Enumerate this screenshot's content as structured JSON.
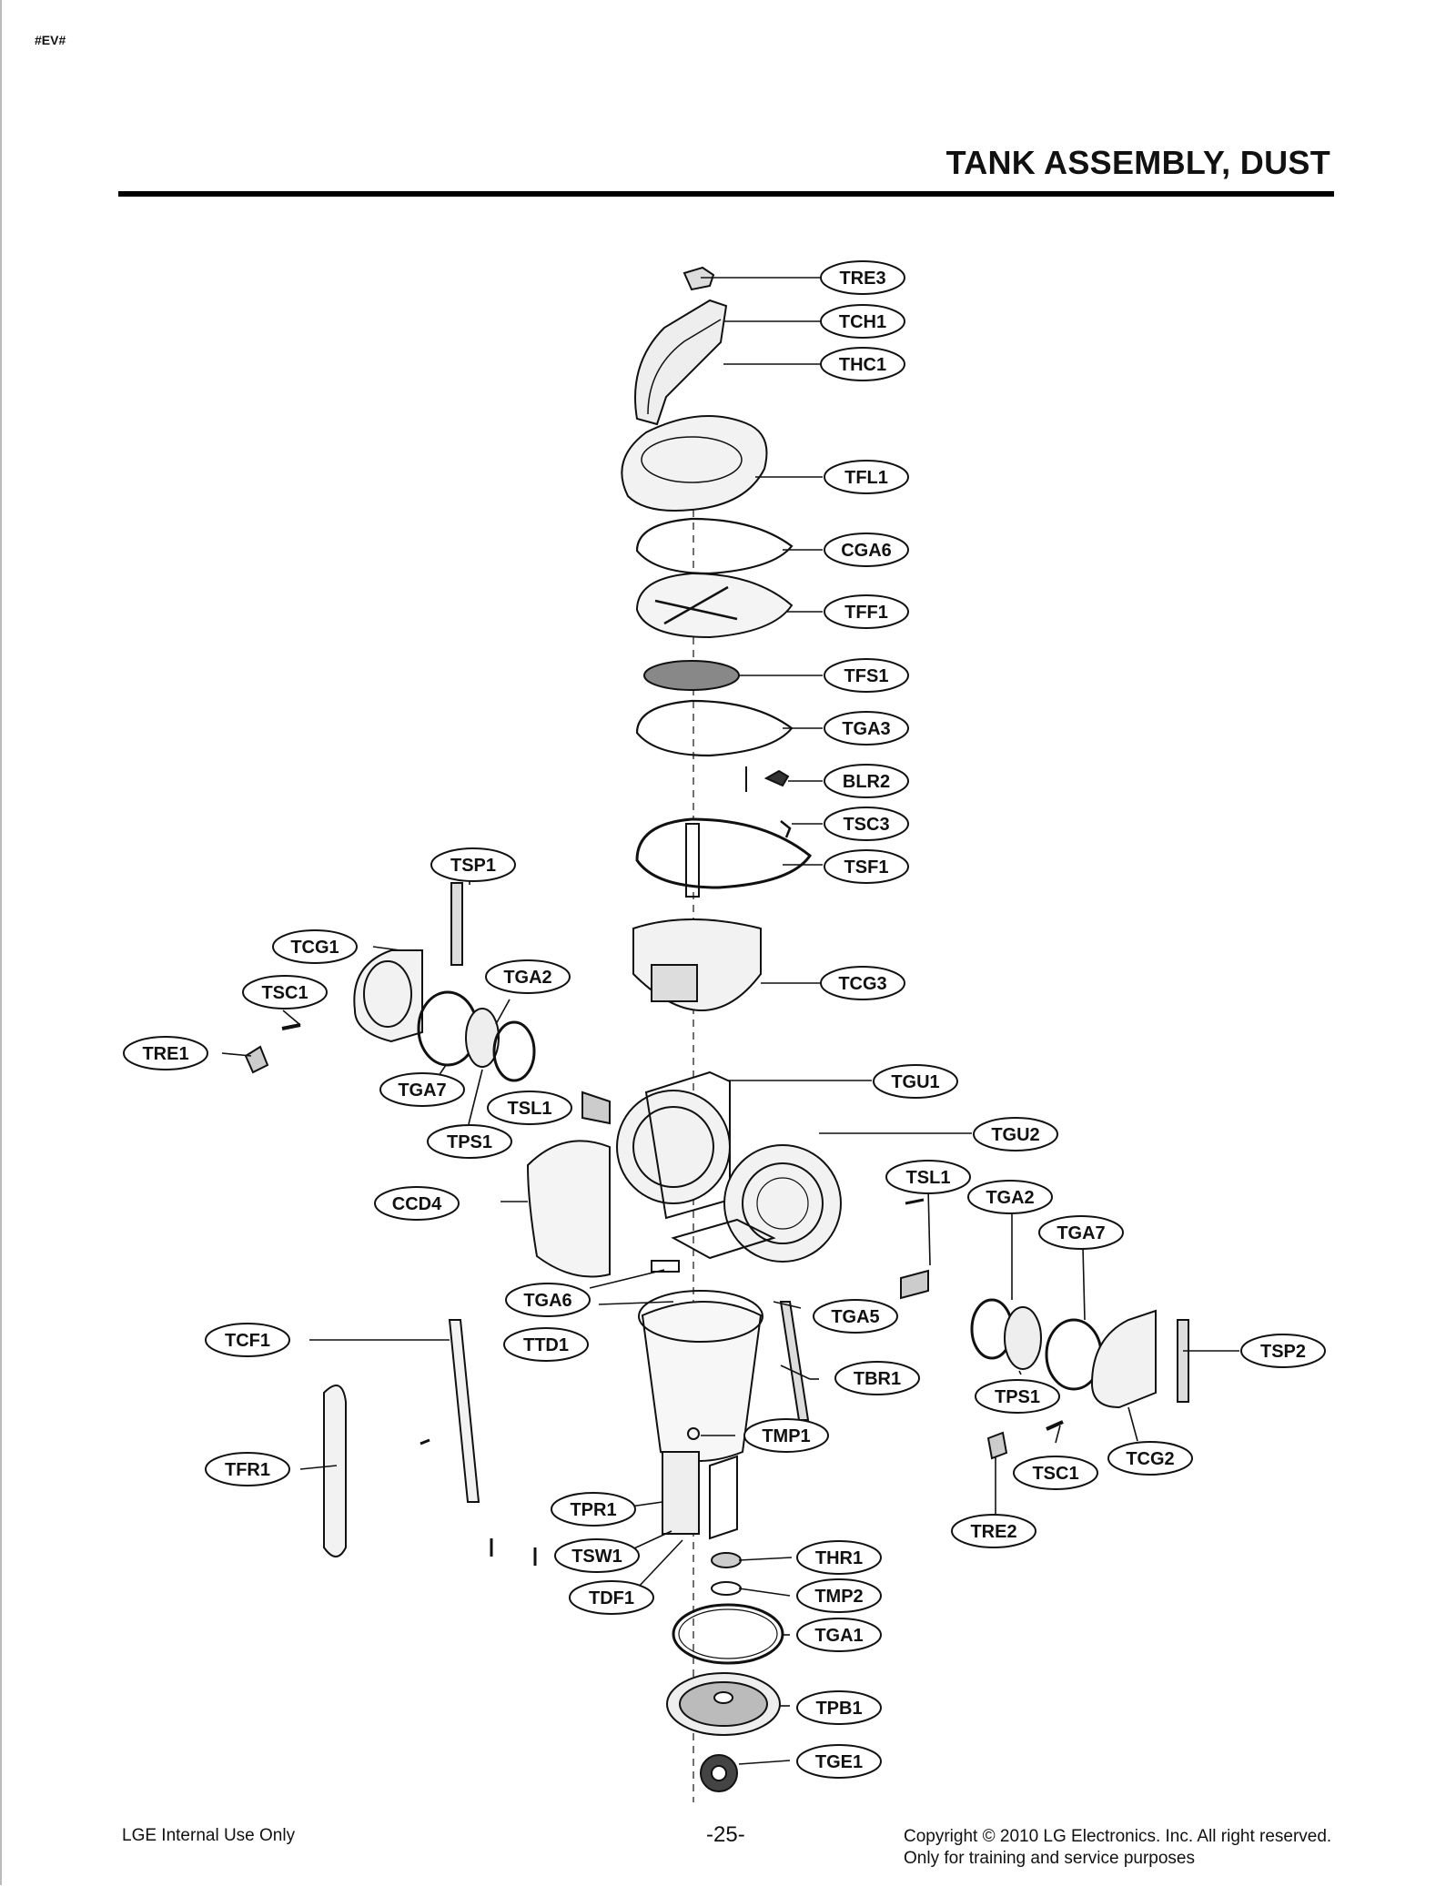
{
  "corner_tag": "#EV#",
  "title": "TANK ASSEMBLY, DUST",
  "labels": [
    {
      "id": "tre3",
      "text": "TRE3"
    },
    {
      "id": "tch1",
      "text": "TCH1"
    },
    {
      "id": "thc1",
      "text": "THC1"
    },
    {
      "id": "tfl1",
      "text": "TFL1"
    },
    {
      "id": "cga6",
      "text": "CGA6"
    },
    {
      "id": "tff1",
      "text": "TFF1"
    },
    {
      "id": "tfs1",
      "text": "TFS1"
    },
    {
      "id": "tga3",
      "text": "TGA3"
    },
    {
      "id": "blr2",
      "text": "BLR2"
    },
    {
      "id": "tsc3",
      "text": "TSC3"
    },
    {
      "id": "tsf1",
      "text": "TSF1"
    },
    {
      "id": "tsp1",
      "text": "TSP1"
    },
    {
      "id": "tcg1",
      "text": "TCG1"
    },
    {
      "id": "tga2-left",
      "text": "TGA2"
    },
    {
      "id": "tsc1-left",
      "text": "TSC1"
    },
    {
      "id": "tcg3",
      "text": "TCG3"
    },
    {
      "id": "tre1",
      "text": "TRE1"
    },
    {
      "id": "tga7-left",
      "text": "TGA7"
    },
    {
      "id": "tsl1-left",
      "text": "TSL1"
    },
    {
      "id": "tgu1",
      "text": "TGU1"
    },
    {
      "id": "tps1-left",
      "text": "TPS1"
    },
    {
      "id": "tgu2",
      "text": "TGU2"
    },
    {
      "id": "tsl1-right",
      "text": "TSL1"
    },
    {
      "id": "ccd4",
      "text": "CCD4"
    },
    {
      "id": "tga2-right",
      "text": "TGA2"
    },
    {
      "id": "tga7-right",
      "text": "TGA7"
    },
    {
      "id": "tga6",
      "text": "TGA6"
    },
    {
      "id": "tga5",
      "text": "TGA5"
    },
    {
      "id": "tcf1",
      "text": "TCF1"
    },
    {
      "id": "ttd1",
      "text": "TTD1"
    },
    {
      "id": "tsp2",
      "text": "TSP2"
    },
    {
      "id": "tbr1",
      "text": "TBR1"
    },
    {
      "id": "tps1-right",
      "text": "TPS1"
    },
    {
      "id": "tmp1",
      "text": "TMP1"
    },
    {
      "id": "tcg2",
      "text": "TCG2"
    },
    {
      "id": "tfr1",
      "text": "TFR1"
    },
    {
      "id": "tsc1-right",
      "text": "TSC1"
    },
    {
      "id": "tpr1",
      "text": "TPR1"
    },
    {
      "id": "tre2",
      "text": "TRE2"
    },
    {
      "id": "tsw1",
      "text": "TSW1"
    },
    {
      "id": "thr1",
      "text": "THR1"
    },
    {
      "id": "tdf1",
      "text": "TDF1"
    },
    {
      "id": "tmp2",
      "text": "TMP2"
    },
    {
      "id": "tga1",
      "text": "TGA1"
    },
    {
      "id": "tpb1",
      "text": "TPB1"
    },
    {
      "id": "tge1",
      "text": "TGE1"
    }
  ],
  "footer": {
    "left": "LGE Internal Use Only",
    "page_number": "-25-",
    "copyright": "Copyright © 2010 LG Electronics. Inc. All right reserved.",
    "note": "Only for training and service purposes"
  }
}
